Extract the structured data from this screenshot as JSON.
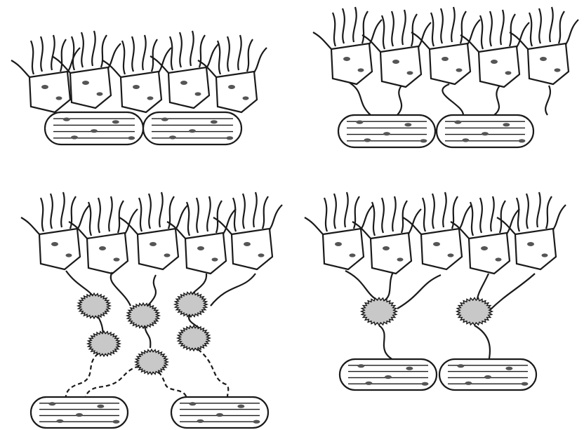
{
  "colors": {
    "background": "#ffffff",
    "stroke": "#1a1a1a",
    "nucleus": "#555555",
    "particle_fill": "#c8c8c8"
  },
  "panels": [
    {
      "id": "top-left",
      "cells": 5,
      "tethers": "none",
      "particles": 0,
      "substrates": 2
    },
    {
      "id": "top-right",
      "cells": 5,
      "tethers": "solid",
      "particles": 0,
      "substrates": 2
    },
    {
      "id": "bottom-left",
      "cells": 5,
      "tethers": "solid+dashed",
      "particles": 6,
      "substrates": 2
    },
    {
      "id": "bottom-right",
      "cells": 5,
      "tethers": "solid",
      "particles": 2,
      "substrates": 2
    }
  ]
}
